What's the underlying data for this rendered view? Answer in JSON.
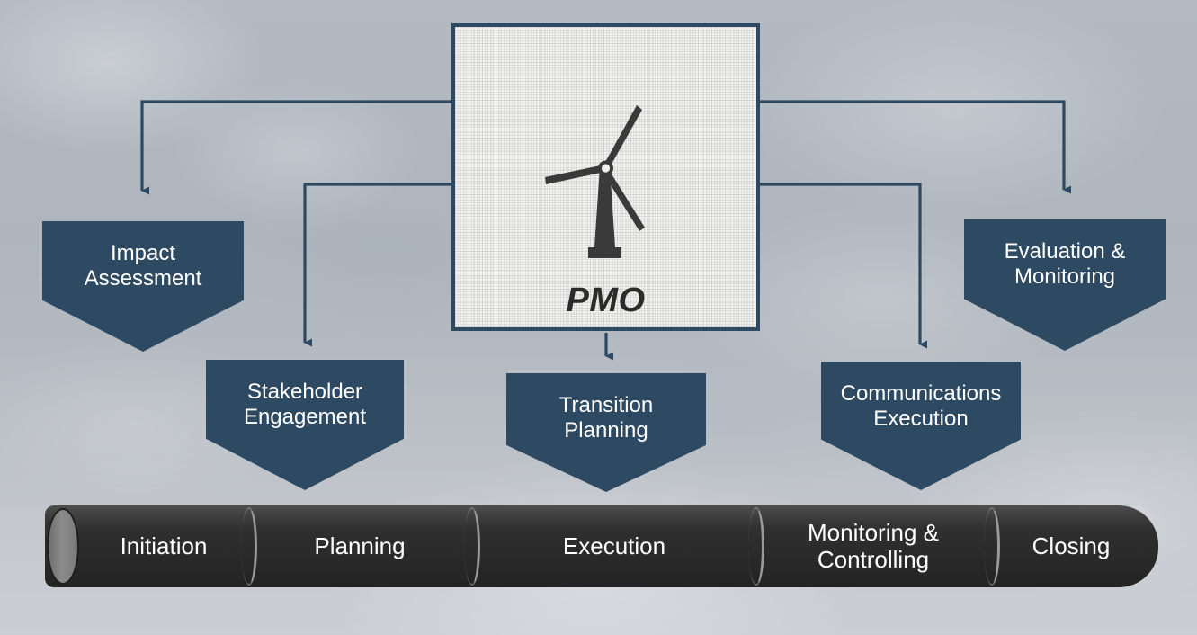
{
  "diagram": {
    "title": "PMO",
    "center": {
      "label": "PMO",
      "icon": "wind-turbine-icon",
      "border_color": "#2e4a63",
      "background_color": "#f3f3f1"
    },
    "accent_color": "#2e4a63",
    "pipeline_color": "#2c2c2c",
    "background": "cloudy-sky"
  },
  "chevrons": [
    {
      "id": "impact-assessment",
      "label": "Impact\nAssessment"
    },
    {
      "id": "stakeholder-engagement",
      "label": "Stakeholder\nEngagement"
    },
    {
      "id": "transition-planning",
      "label": "Transition\nPlanning"
    },
    {
      "id": "communications-execution",
      "label": "Communications\nExecution"
    },
    {
      "id": "evaluation-monitoring",
      "label": "Evaluation &\nMonitoring"
    }
  ],
  "pipeline": {
    "segments": [
      {
        "id": "initiation",
        "label": "Initiation"
      },
      {
        "id": "planning",
        "label": "Planning"
      },
      {
        "id": "execution",
        "label": "Execution"
      },
      {
        "id": "monitoring-controlling",
        "label": "Monitoring &\nControlling"
      },
      {
        "id": "closing",
        "label": "Closing"
      }
    ]
  }
}
